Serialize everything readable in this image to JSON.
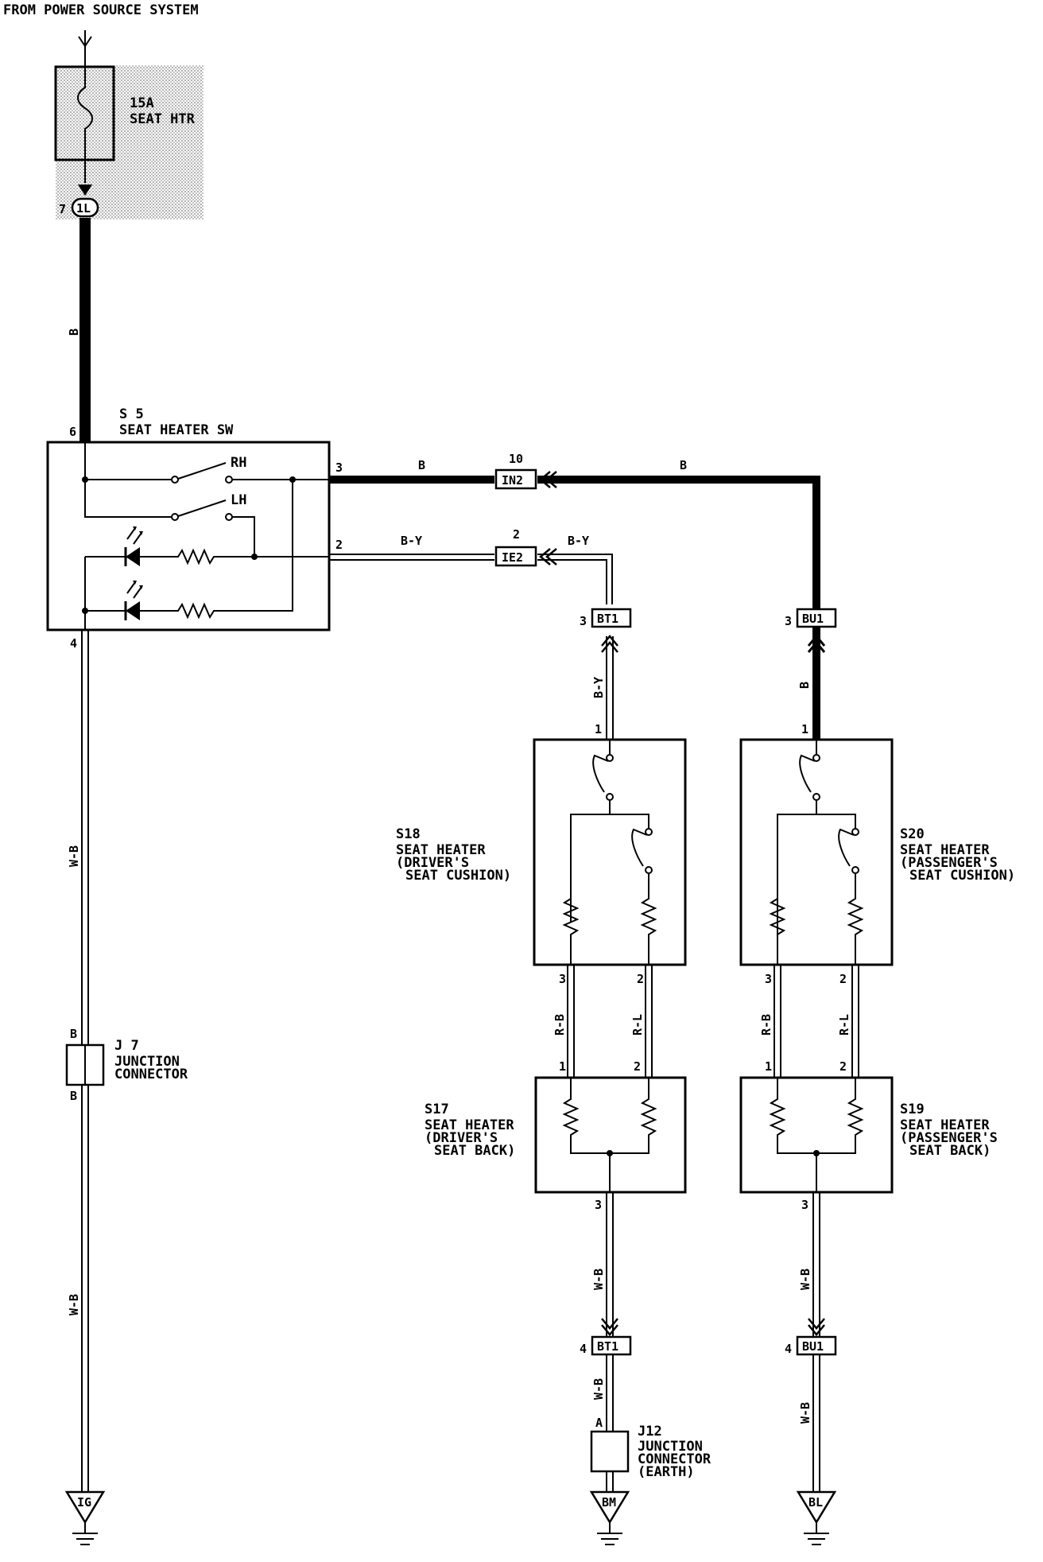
{
  "header": {
    "source": "FROM POWER SOURCE SYSTEM"
  },
  "fuse": {
    "rating": "15A",
    "name": "SEAT HTR",
    "connector": "1L",
    "pin": "7"
  },
  "switch": {
    "code": "S 5",
    "name": "SEAT HEATER SW",
    "rh": "RH",
    "lh": "LH",
    "pin_power": "6",
    "pin_3": "3",
    "pin_2": "2",
    "pin_ground": "4"
  },
  "wires": {
    "b": "B",
    "by": "B-Y",
    "wb": "W-B",
    "rb": "R-B",
    "rl": "R-L"
  },
  "connectors": {
    "in2": {
      "label": "IN2",
      "pin": "10"
    },
    "ie2": {
      "label": "IE2",
      "pin": "2"
    },
    "bt1_top": {
      "label": "BT1",
      "pin": "3"
    },
    "bu1_top": {
      "label": "BU1",
      "pin": "3"
    },
    "bt1_bot": {
      "label": "BT1",
      "pin": "4"
    },
    "bu1_bot": {
      "label": "BU1",
      "pin": "4"
    }
  },
  "j7": {
    "code": "J 7",
    "line1": "JUNCTION",
    "line2": "CONNECTOR",
    "pin_top": "B",
    "pin_bot": "B"
  },
  "j12": {
    "code": "J12",
    "line1": "JUNCTION",
    "line2": "CONNECTOR",
    "line3": "(EARTH)",
    "pin": "A"
  },
  "s18": {
    "code": "S18",
    "line1": "SEAT HEATER",
    "line2": "(DRIVER'S",
    "line3": "SEAT CUSHION)",
    "pin_in": "1",
    "pin_a": "3",
    "pin_b": "2"
  },
  "s20": {
    "code": "S20",
    "line1": "SEAT HEATER",
    "line2": "(PASSENGER'S",
    "line3": "SEAT CUSHION)",
    "pin_in": "1",
    "pin_a": "3",
    "pin_b": "2"
  },
  "s17": {
    "code": "S17",
    "line1": "SEAT HEATER",
    "line2": "(DRIVER'S",
    "line3": "SEAT BACK)",
    "pin_a": "1",
    "pin_b": "2",
    "pin_out": "3"
  },
  "s19": {
    "code": "S19",
    "line1": "SEAT HEATER",
    "line2": "(PASSENGER'S",
    "line3": "SEAT BACK)",
    "pin_a": "1",
    "pin_b": "2",
    "pin_out": "3"
  },
  "grounds": {
    "ig": "IG",
    "bm": "BM",
    "bl": "BL"
  }
}
